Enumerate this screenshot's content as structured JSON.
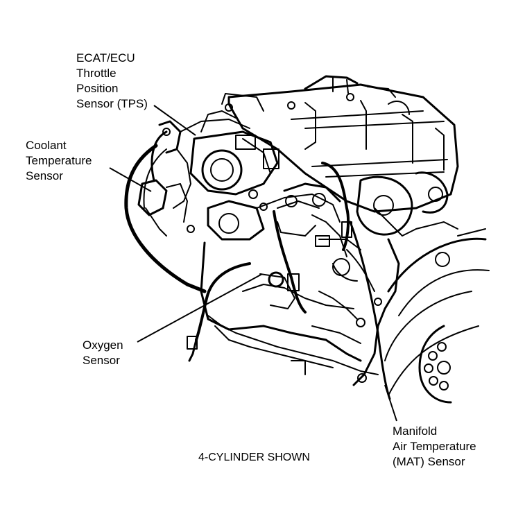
{
  "labels": {
    "tps": [
      "ECAT/ECU",
      "Throttle",
      "Position",
      "Sensor (TPS)"
    ],
    "coolant": [
      "Coolant",
      "Temperature",
      "Sensor"
    ],
    "oxygen": [
      "Oxygen",
      "Sensor"
    ],
    "mat": [
      "Manifold",
      "Air Temperature",
      "(MAT) Sensor"
    ]
  },
  "caption": "4-CYLINDER SHOWN",
  "colors": {
    "ink": "#000000",
    "paper": "#ffffff"
  }
}
